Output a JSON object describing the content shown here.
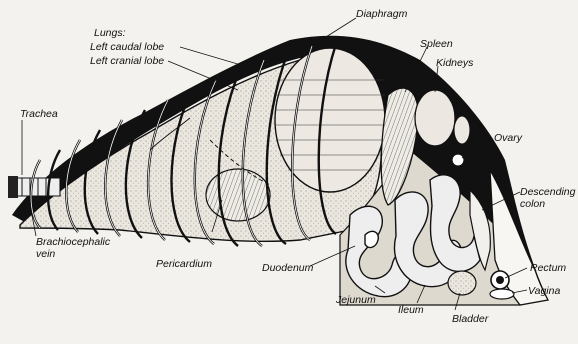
{
  "labels": {
    "lungs": "Lungs:",
    "left_caudal_lobe": "Left caudal lobe",
    "left_cranial_lobe": "Left cranial lobe",
    "trachea": "Trachea",
    "brachiocephalic_vein": "Brachiocephalic vein",
    "pericardium": "Pericardium",
    "diaphragm": "Diaphragm",
    "spleen": "Spleen",
    "kidneys": "Kidneys",
    "ovary": "Ovary",
    "descending_colon": "Descending colon",
    "duodenum": "Duodenum",
    "jejunum": "Jejunum",
    "ileum": "Ileum",
    "bladder": "Bladder",
    "rectum": "Rectum",
    "vagina": "Vagina"
  },
  "colors": {
    "ink": "#111111",
    "paper": "#f4f2ee",
    "organ_fill": "#e8e4dc"
  }
}
